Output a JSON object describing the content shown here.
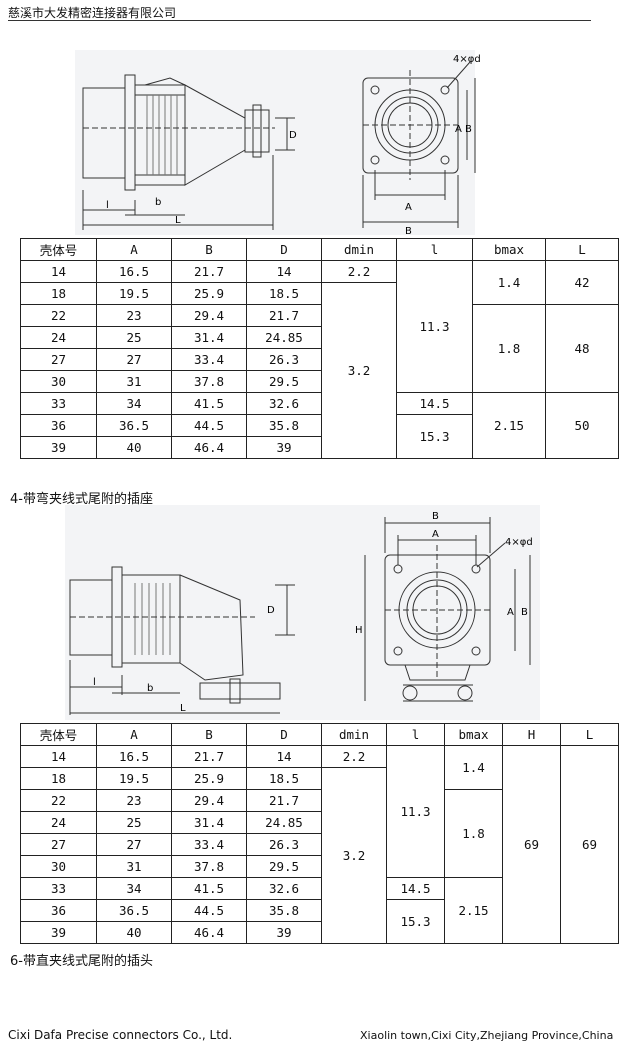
{
  "header": {
    "company": "慈溪市大发精密连接器有限公司"
  },
  "table1": {
    "headers": [
      "壳体号",
      "A",
      "B",
      "D",
      "dmin",
      "l",
      "bmax",
      "L"
    ],
    "rows": [
      [
        "14",
        "16.5",
        "21.7",
        "14"
      ],
      [
        "18",
        "19.5",
        "25.9",
        "18.5"
      ],
      [
        "22",
        "23",
        "29.4",
        "21.7"
      ],
      [
        "24",
        "25",
        "31.4",
        "24.85"
      ],
      [
        "27",
        "27",
        "33.4",
        "26.3"
      ],
      [
        "30",
        "31",
        "37.8",
        "29.5"
      ],
      [
        "33",
        "34",
        "41.5",
        "32.6"
      ],
      [
        "36",
        "36.5",
        "44.5",
        "35.8"
      ],
      [
        "39",
        "40",
        "46.4",
        "39"
      ]
    ],
    "dmin": [
      "2.2",
      "3.2"
    ],
    "l": [
      "11.3",
      "14.5",
      "15.3"
    ],
    "bmax": [
      "1.4",
      "1.8",
      "2.15"
    ],
    "L": [
      "42",
      "48",
      "50"
    ]
  },
  "section4": {
    "title": "4-带弯夹线式尾附的插座"
  },
  "table2": {
    "headers": [
      "壳体号",
      "A",
      "B",
      "D",
      "dmin",
      "l",
      "bmax",
      "H",
      "L"
    ],
    "rows": [
      [
        "14",
        "16.5",
        "21.7",
        "14"
      ],
      [
        "18",
        "19.5",
        "25.9",
        "18.5"
      ],
      [
        "22",
        "23",
        "29.4",
        "21.7"
      ],
      [
        "24",
        "25",
        "31.4",
        "24.85"
      ],
      [
        "27",
        "27",
        "33.4",
        "26.3"
      ],
      [
        "30",
        "31",
        "37.8",
        "29.5"
      ],
      [
        "33",
        "34",
        "41.5",
        "32.6"
      ],
      [
        "36",
        "36.5",
        "44.5",
        "35.8"
      ],
      [
        "39",
        "40",
        "46.4",
        "39"
      ]
    ],
    "dmin": [
      "2.2",
      "3.2"
    ],
    "l": [
      "11.3",
      "14.5",
      "15.3"
    ],
    "bmax": [
      "1.4",
      "1.8",
      "2.15"
    ],
    "H": "69",
    "L": "69"
  },
  "section6": {
    "title": "6-带直夹线式尾附的插头"
  },
  "drawing1": {
    "labels": {
      "hole": "4×φd",
      "A": "A",
      "B": "B",
      "D": "D",
      "l": "l",
      "b": "b",
      "L": "L"
    }
  },
  "drawing2": {
    "labels": {
      "hole": "4×φd",
      "A": "A",
      "B": "B",
      "D": "D",
      "H": "H",
      "l": "l",
      "b": "b",
      "L": "L"
    }
  },
  "footer": {
    "left": "Cixi Dafa Precise connectors Co., Ltd.",
    "right": "Xiaolin town,Cixi City,Zhejiang Province,China"
  }
}
